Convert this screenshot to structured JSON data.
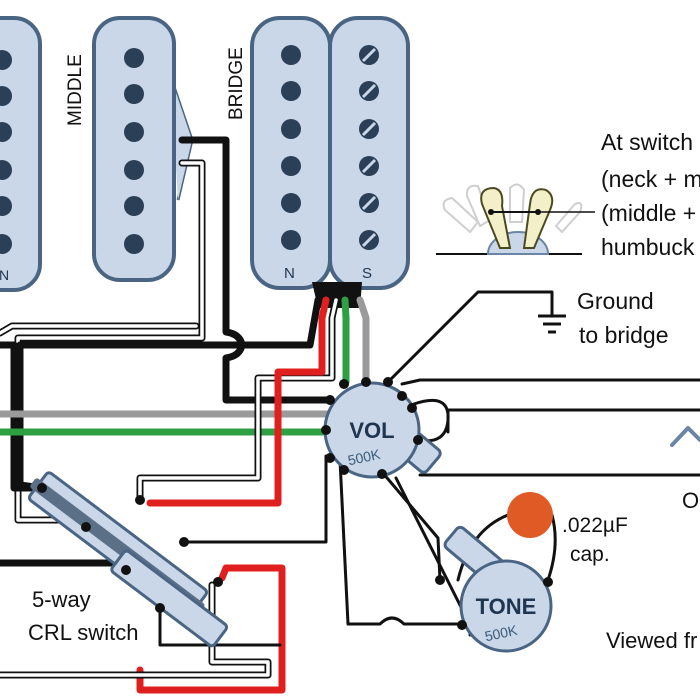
{
  "pickups": {
    "middle_label": "MIDDLE",
    "bridge_label": "BRIDGE",
    "neck_coil": "N",
    "bridge_north_coil": "N",
    "bridge_south_coil": "S"
  },
  "labels": {
    "ground": [
      "Ground",
      "to bridge"
    ],
    "at_switch": [
      "At switch",
      "(neck + m",
      "(middle +",
      "humbuck"
    ],
    "cap": [
      ".022µF",
      "cap."
    ],
    "out": "Ou",
    "switch": [
      "5-way",
      "CRL switch"
    ],
    "viewed": "Viewed fr"
  },
  "pots": {
    "volume": {
      "name": "VOL",
      "value": "500K"
    },
    "tone": {
      "name": "TONE",
      "value": "500K"
    }
  },
  "colors": {
    "pickup_fill": "#c9d7e8",
    "pickup_stroke": "#4a6583",
    "pole": "#2b3f56",
    "wire_black": "#111111",
    "wire_white": "#ffffff",
    "wire_red": "#e0201f",
    "wire_green": "#2ea043",
    "wire_gray": "#9a9a9a",
    "capacitor": "#e05a25",
    "lug_fill": "#f3efc8",
    "switch_blade": "#5b6f87"
  }
}
